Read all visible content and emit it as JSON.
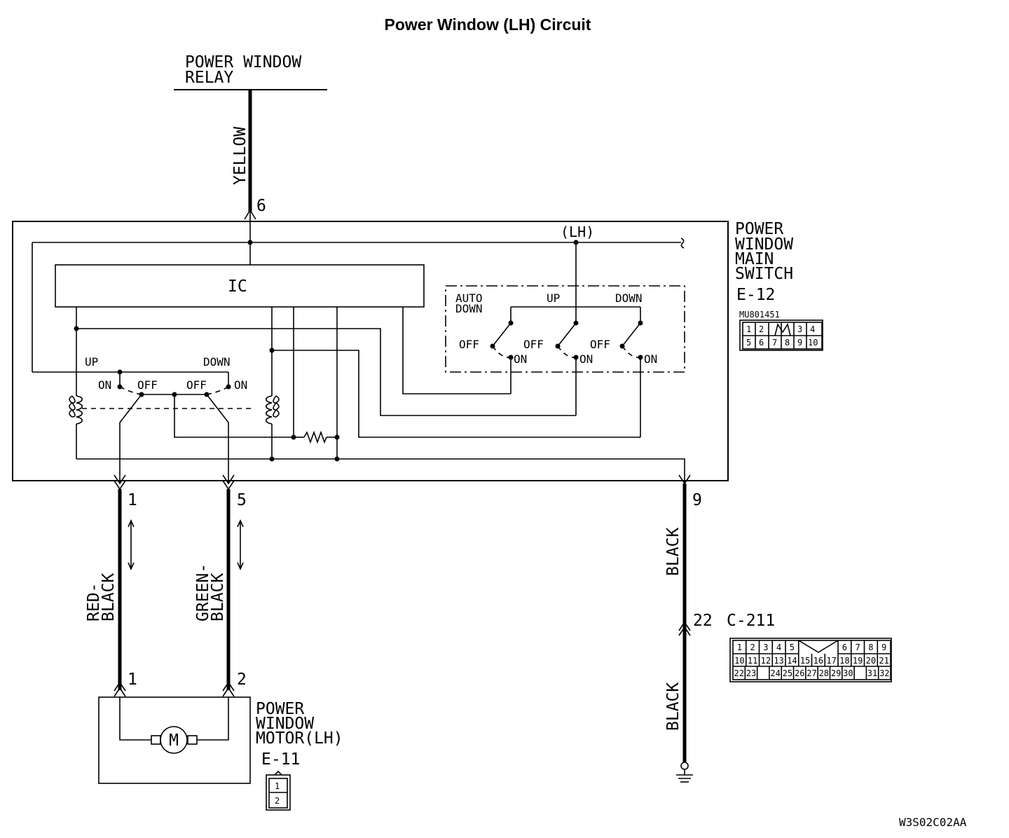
{
  "title": "Power Window (LH) Circuit",
  "relay": {
    "line1": "POWER WINDOW",
    "line2": "RELAY"
  },
  "main_switch": {
    "lines": [
      "POWER",
      "WINDOW",
      "MAIN",
      "SWITCH"
    ],
    "connector": "E-12",
    "part_number": "MU801451",
    "ic_label": "IC",
    "lh_label": "(LH)",
    "auto_down": [
      "AUTO",
      "DOWN"
    ],
    "up": "UP",
    "down": "DOWN",
    "off": "OFF",
    "on": "ON",
    "pins_row1": [
      "1",
      "2",
      "",
      "3",
      "4"
    ],
    "pins_row2": [
      "5",
      "6",
      "7",
      "8",
      "9",
      "10"
    ]
  },
  "motor": {
    "lines": [
      "POWER",
      "WINDOW",
      "MOTOR(LH)"
    ],
    "connector": "E-11",
    "motor_symbol": "M",
    "pins": [
      "1",
      "2"
    ]
  },
  "wires": {
    "yellow": "YELLOW",
    "red_black": [
      "RED-",
      "BLACK"
    ],
    "green_black": [
      "GREEN-",
      "BLACK"
    ],
    "black": "BLACK"
  },
  "pins": {
    "p6": "6",
    "p1": "1",
    "p5": "5",
    "p9": "9",
    "m1": "1",
    "m2": "2",
    "c22": "22"
  },
  "junction": {
    "connector": "C-211",
    "row1_left": [
      "1",
      "2",
      "3",
      "4",
      "5"
    ],
    "row1_right": [
      "6",
      "7",
      "8",
      "9"
    ],
    "row2": [
      "10",
      "11",
      "12",
      "13",
      "14",
      "15",
      "16",
      "17",
      "18",
      "19",
      "20",
      "21"
    ],
    "row3": [
      "22",
      "23",
      "",
      "24",
      "25",
      "26",
      "27",
      "28",
      "29",
      "30",
      "",
      "31",
      "32"
    ]
  },
  "figure_code": "W3S02C02AA"
}
